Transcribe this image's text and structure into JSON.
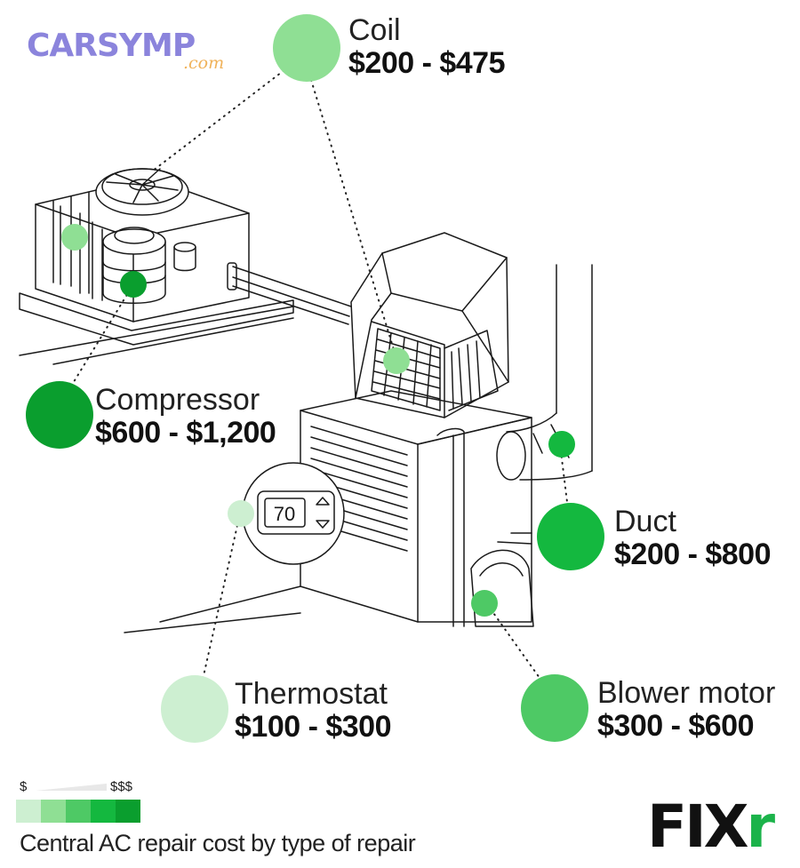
{
  "brand": {
    "wordmark": "CARSYMP",
    "suffix": ".com"
  },
  "items": [
    {
      "name": "Coil",
      "price": "$200 - $475",
      "color": "#8fdf94"
    },
    {
      "name": "Compressor",
      "price": "$600 - $1,200",
      "color": "#0a9e2e"
    },
    {
      "name": "Duct",
      "price": "$200 - $800",
      "color": "#14b83f"
    },
    {
      "name": "Thermostat",
      "price": "$100 - $300",
      "color": "#cdefd1"
    },
    {
      "name": "Blower motor",
      "price": "$300 - $600",
      "color": "#4ec965"
    }
  ],
  "legend": {
    "low": "$",
    "high": "$$$",
    "scale_colors": [
      "#cdefd1",
      "#8fdf94",
      "#4ec965",
      "#14b83f",
      "#0a9e2e"
    ]
  },
  "thermostat_display": "70",
  "caption": "Central AC repair cost by type of repair",
  "fixr_logo": {
    "main": "FIX",
    "accent": "r"
  }
}
